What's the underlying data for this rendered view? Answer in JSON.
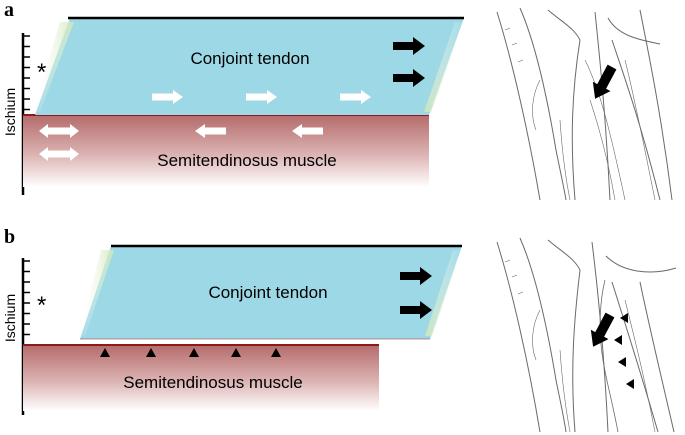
{
  "panels": [
    {
      "label": "a",
      "axis_label": "Ischium",
      "star": "*",
      "tendon_label": "Conjoint tendon",
      "muscle_label": "Semitendinosus muscle"
    },
    {
      "label": "b",
      "axis_label": "Ischium",
      "star": "*",
      "tendon_label": "Conjoint tendon",
      "muscle_label": "Semitendinosus muscle"
    }
  ],
  "colors": {
    "tendon": "#9dd8e6",
    "tendon_edge": "#d8e9c5",
    "muscle_top": "#b56b6b",
    "muscle_bottom": "#ffffff",
    "muscle_line": "#8b1a1a",
    "arrow_black": "#000000",
    "arrow_white": "#ffffff"
  },
  "icons": {
    "black_arrow": "right-arrow-icon",
    "white_arrow_right": "right-arrow-icon",
    "white_arrow_left": "left-arrow-icon",
    "double_arrow": "double-arrow-icon",
    "arrowhead": "triangle-icon"
  }
}
